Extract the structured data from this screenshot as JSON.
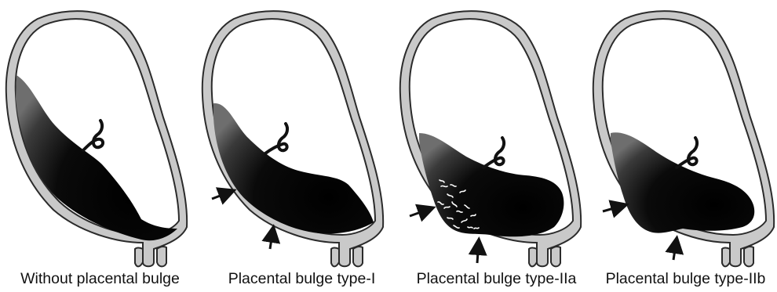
{
  "panels": [
    {
      "caption": "Without placental bulge"
    },
    {
      "caption": "Placental bulge type-I"
    },
    {
      "caption": "Placental bulge type-IIa"
    },
    {
      "caption": "Placental bulge type-IIb"
    }
  ],
  "colors": {
    "uterine_wall_fill": "#c9c9c9",
    "outline": "#2b2b2b",
    "placenta_dark": "#050505",
    "placenta_light": "#7a7a7a",
    "background": "#ffffff"
  }
}
